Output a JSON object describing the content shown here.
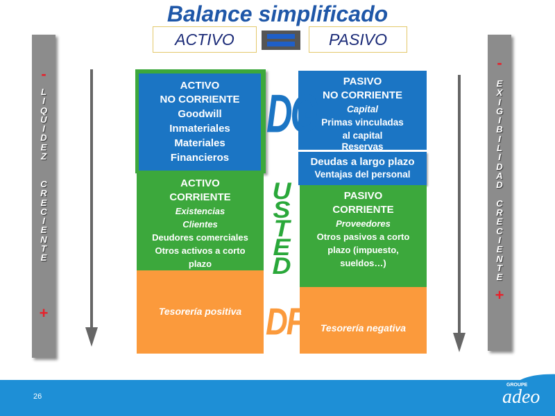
{
  "title": "Balance simplificado",
  "header": {
    "activo": "ACTIVO",
    "pasivo": "PASIVO"
  },
  "left_bar": {
    "top_sign": "-",
    "text": "L\nI\nQ\nU\nI\nD\nE\nZ\n\n\nC\nR\nE\nC\nI\nE\nN\nT\nE",
    "bottom_sign": "+"
  },
  "right_bar": {
    "top_sign": "-",
    "text": "E\nX\nI\nG\nI\nB\nI\nL\nI\nD\nA\nD\n\nC\nR\nE\nC\nI\nE\nN\nT\nE",
    "bottom_sign": "+"
  },
  "activo_no_corriente": {
    "title1": "ACTIVO",
    "title2": "NO CORRIENTE",
    "items": [
      "Goodwill",
      "Inmateriales",
      "Materiales",
      "Financieros"
    ]
  },
  "activo_corriente": {
    "title1": "ACTIVO",
    "title2": "CORRIENTE",
    "items": [
      "Existencias",
      "Clientes",
      "Deudores comerciales",
      "Otros activos a corto",
      "plazo"
    ]
  },
  "tesoreria_positiva": "Tesorería positiva",
  "pasivo_no_corriente": {
    "title1": "PASIVO",
    "title2": "NO CORRIENTE",
    "items": [
      "Capital",
      "Primas vinculadas",
      "al capital",
      "Reservas"
    ]
  },
  "deudas": {
    "line1": "Deudas a largo plazo",
    "line2": "Ventajas del personal"
  },
  "pasivo_corriente": {
    "title1": "PASIVO",
    "title2": "CORRIENTE",
    "items": [
      "Proveedores",
      "Otros pasivos a corto",
      "plazo (impuesto,",
      "sueldos…)"
    ]
  },
  "tesoreria_negativa": "Tesorería negativa",
  "center_labels": {
    "dg": "DG",
    "usted": "U\nS\nT\nE\nD",
    "df": "DF"
  },
  "footer": {
    "page": "26",
    "logo_small": "GROUPE",
    "logo": "adeo"
  },
  "colors": {
    "blue": "#1b75c4",
    "green": "#3ca83c",
    "orange": "#fb9a3c",
    "title": "#1f57a8",
    "footer": "#1e8fd6"
  }
}
